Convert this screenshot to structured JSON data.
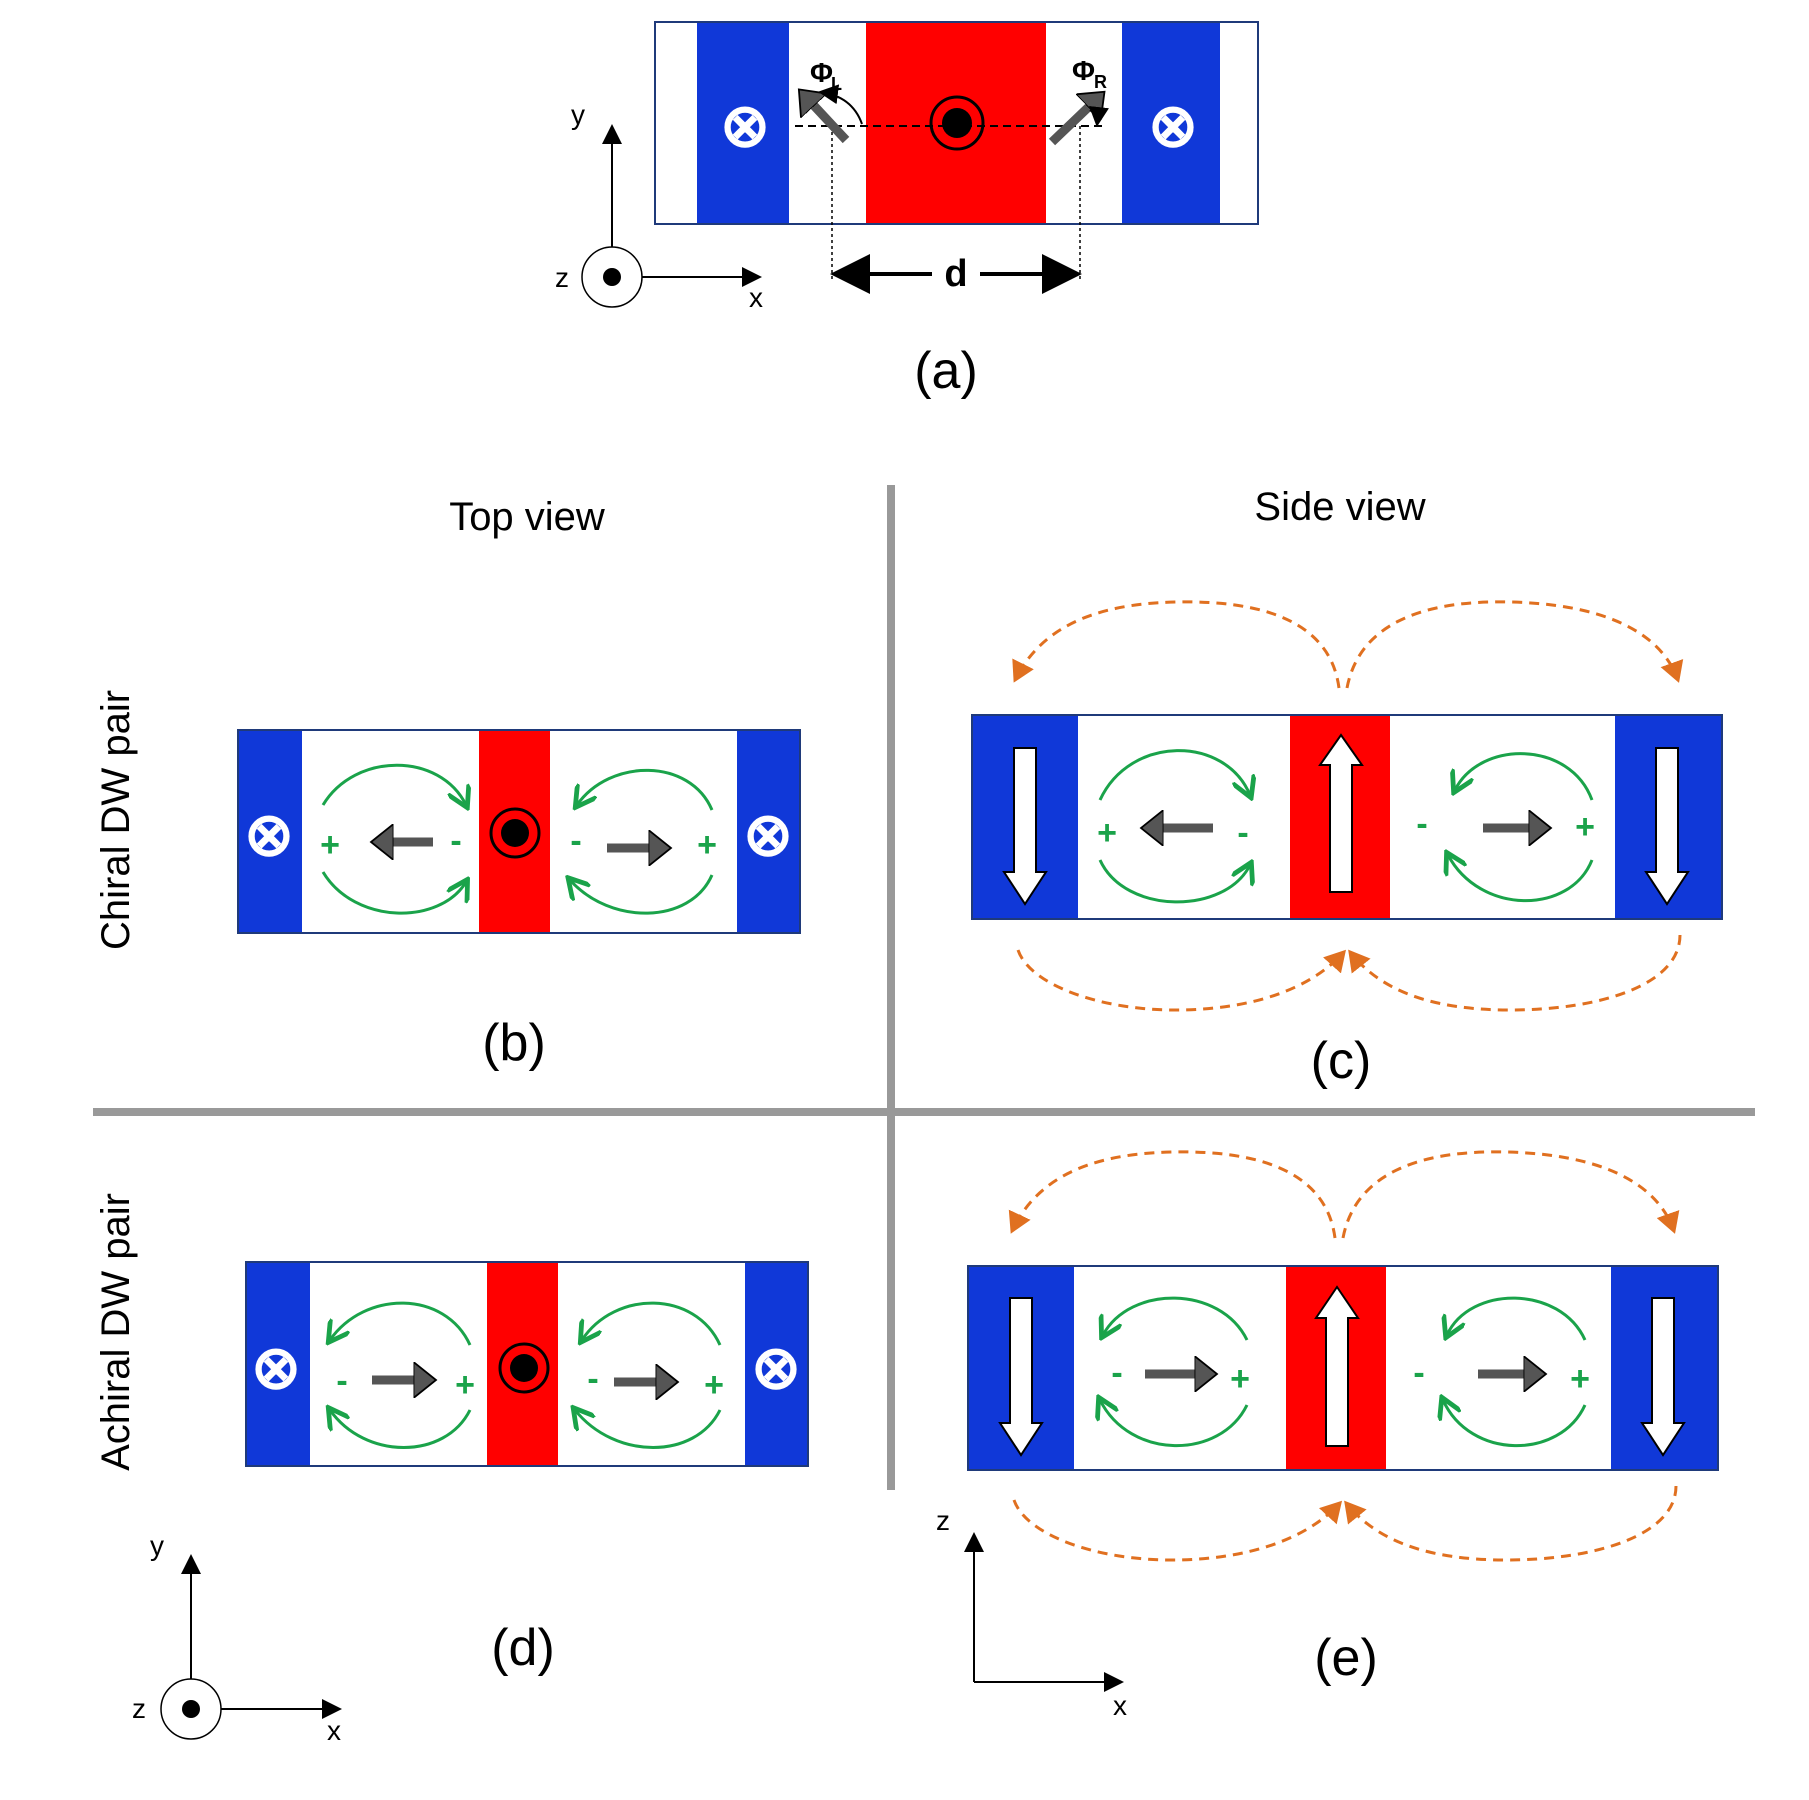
{
  "colors": {
    "blue": "#1038d8",
    "red": "#ff0000",
    "green": "#1aa34a",
    "orange": "#e07020",
    "gray_arrow": "#555555",
    "separator": "#999999"
  },
  "symbols": {
    "into_page": "⊗"
  },
  "panel_a": {
    "label": "(a)",
    "phi_left": "Φ",
    "phi_left_sub": "L",
    "phi_right": "Φ",
    "phi_right_sub": "R",
    "distance": "d",
    "axes": {
      "y": "y",
      "x": "x",
      "z": "z"
    }
  },
  "headers": {
    "top_view": "Top view",
    "side_view": "Side view"
  },
  "rows": {
    "chiral": "Chiral DW pair",
    "achiral": "Achiral DW pair"
  },
  "panel_b": {
    "label": "(b)",
    "charges": [
      "+",
      "-",
      "-",
      "+"
    ]
  },
  "panel_c": {
    "label": "(c)",
    "charges": [
      "+",
      "-",
      "-",
      "+"
    ]
  },
  "panel_d": {
    "label": "(d)",
    "charges": [
      "-",
      "+",
      "-",
      "+"
    ]
  },
  "panel_e": {
    "label": "(e)",
    "charges": [
      "-",
      "+",
      "-",
      "+"
    ]
  },
  "bottom_axes_top": {
    "y": "y",
    "x": "x",
    "z": "z"
  },
  "bottom_axes_side": {
    "z": "z",
    "x": "x"
  }
}
